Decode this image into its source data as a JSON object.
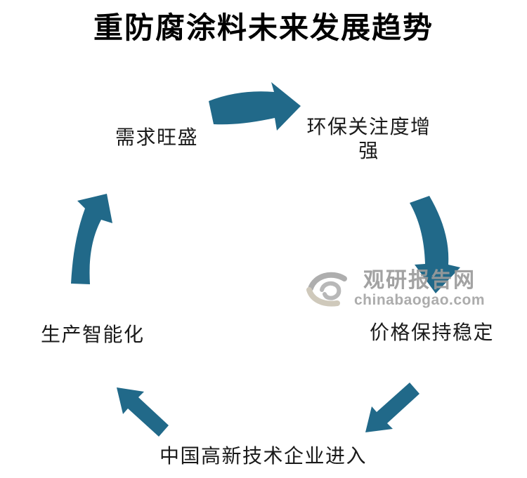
{
  "title": "重防腐涂料未来发展趋势",
  "diagram": {
    "type": "cycle",
    "nodes": [
      {
        "label": "需求旺盛"
      },
      {
        "label": "环保关注度增强"
      },
      {
        "label": "价格保持稳定"
      },
      {
        "label": "中国高新技术企业进入"
      },
      {
        "label": "生产智能化"
      }
    ],
    "arrows": [
      {
        "from": "需求旺盛",
        "to": "环保关注度增强"
      },
      {
        "from": "环保关注度增强",
        "to": "价格保持稳定"
      },
      {
        "from": "价格保持稳定",
        "to": "中国高新技术企业进入"
      },
      {
        "from": "中国高新技术企业进入",
        "to": "生产智能化"
      },
      {
        "from": "生产智能化",
        "to": "需求旺盛"
      }
    ]
  },
  "watermark": {
    "site_name": "观研报告网",
    "site_domain": "chinabaogao.com"
  },
  "colors": {
    "arrow": "#216989",
    "title_text": "#000000",
    "label_text": "#1A1A1A",
    "watermark_text": "#9B9B9B",
    "logo_silver": "#A8A8A8",
    "logo_beige": "#CBC5B6",
    "logo_inner": "#B3B3B3",
    "background": "#FFFFFF"
  }
}
